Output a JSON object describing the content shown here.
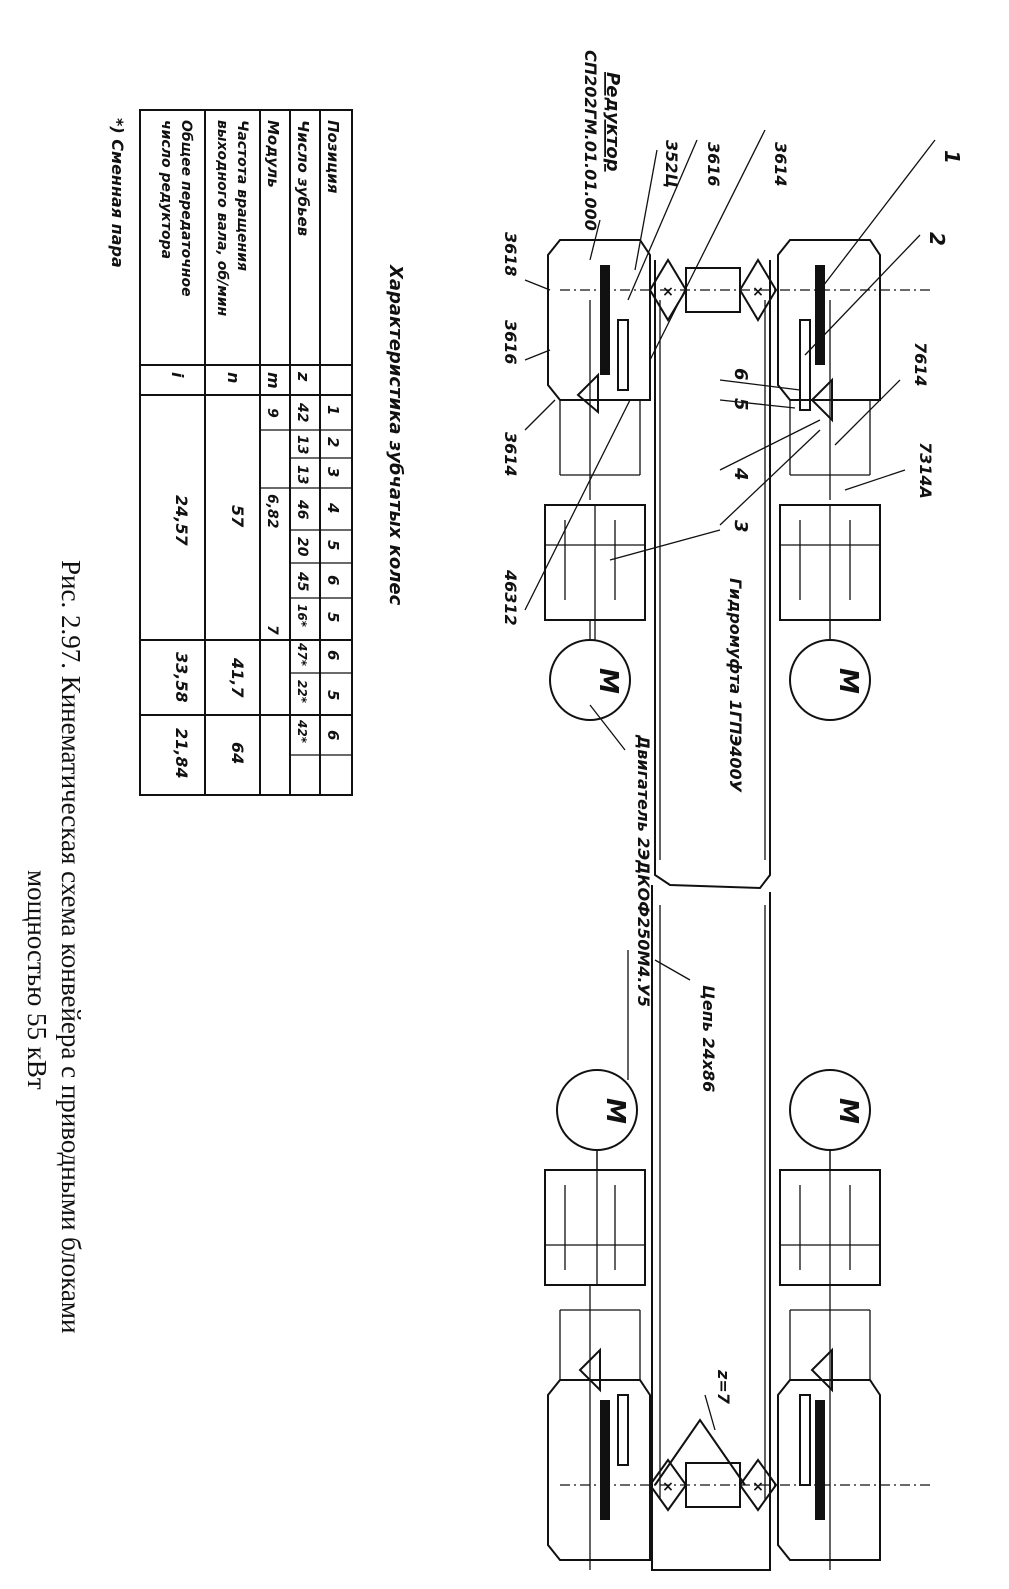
{
  "caption": {
    "line1": "Рис. 2.97. Кинематическая схема конвейера с приводными блоками",
    "line2": "мощностью 55 кВт"
  },
  "labels": {
    "pos1": "1",
    "pos2": "2",
    "pos3": "3",
    "pos4": "4",
    "pos5": "5",
    "pos6": "6",
    "reducer_title": "Редуктор",
    "reducer_code": "СП202ГМ.01.01.000",
    "b352": "352Ц",
    "b3616_top": "3616",
    "b3614_top": "3614",
    "b3618": "3618",
    "b3616_bottom": "3616",
    "b3614_bottom": "3614",
    "b46312": "46312",
    "b7614": "7614",
    "b7314a": "7314А",
    "hydro": "Гидромуфта 1ГПЭ400У",
    "motor_label": "Двигатель  2ЭДКОФ250М4.У5",
    "chain": "Цепь 24х86",
    "z7": "z=7",
    "motor_m1": "М",
    "motor_m2": "М",
    "motor_m3": "М",
    "motor_m4": "М"
  },
  "table": {
    "title": "Характеристика  зубчатых  колес",
    "footnote": "*) Сменная пара",
    "header_label": "Позиция",
    "positions": [
      "1",
      "2",
      "3",
      "4",
      "5",
      "6",
      "5",
      "6",
      "5",
      "6"
    ],
    "teeth_label": "Число зубьев",
    "teeth_symbol": "z",
    "teeth": [
      "42",
      "13",
      "13",
      "46",
      "20",
      "45",
      "16*",
      "47*",
      "22*",
      "42*"
    ],
    "module_label": "Модуль",
    "module_symbol": "m",
    "module_values": [
      "9",
      "6,82",
      "7"
    ],
    "freq_label_1": "Частота вращения",
    "freq_label_2": "выходного вала, об/мин",
    "freq_symbol": "n",
    "freq_values": [
      "57",
      "41,7",
      "64"
    ],
    "ratio_label_1": "Общее передаточное",
    "ratio_label_2": "число редуктора",
    "ratio_symbol": "i",
    "ratio_values": [
      "24,57",
      "33,58",
      "21,84"
    ]
  }
}
